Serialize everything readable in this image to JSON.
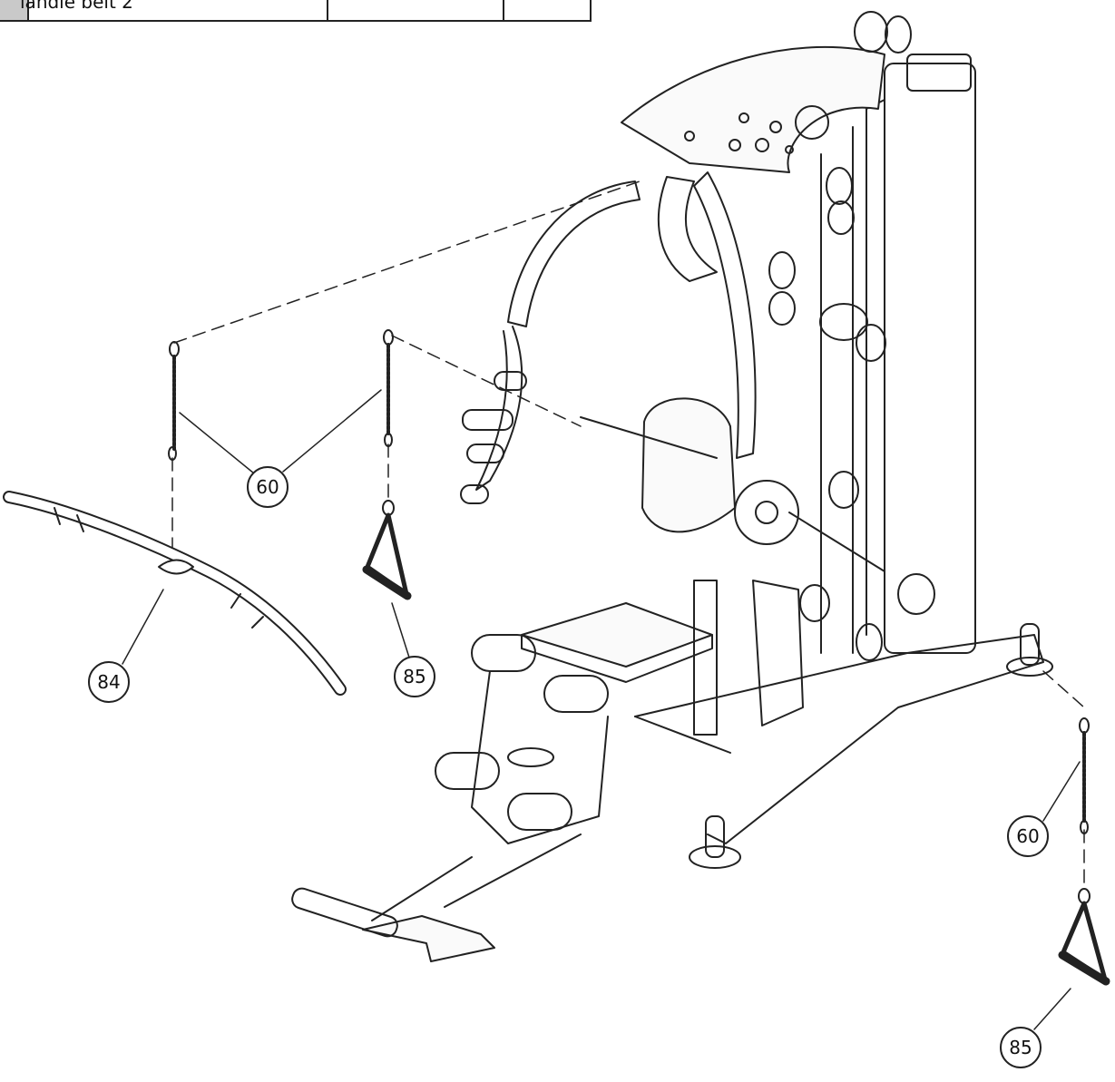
{
  "table_fragment": {
    "row_text": "landle belt 2"
  },
  "callouts": [
    {
      "id": "c60a",
      "label": "60"
    },
    {
      "id": "c84",
      "label": "84"
    },
    {
      "id": "c85a",
      "label": "85"
    },
    {
      "id": "c60b",
      "label": "60"
    },
    {
      "id": "c85b",
      "label": "85"
    }
  ]
}
